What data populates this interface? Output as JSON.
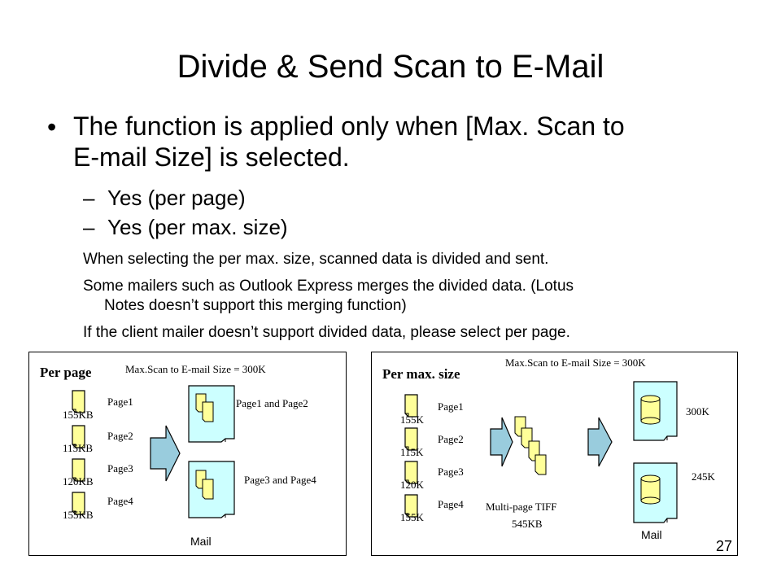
{
  "slide": {
    "title": "Divide & Send Scan to E-Mail",
    "bullet": "•",
    "main_line1": "The function is applied only when [Max. Scan to",
    "main_line2": "E-mail Size] is selected.",
    "dash": "–",
    "option1": "Yes (per page)",
    "option2": "Yes (per max. size)",
    "note1": "When selecting the per max. size, scanned data is divided and sent.",
    "note2_line1": "Some mailers such as Outlook Express merges the divided data. (Lotus",
    "note2_line2": "Notes doesn’t support this merging function)",
    "note3": "If the client mailer doesn’t support divided data, please select per page.",
    "page_number": "27"
  },
  "left_diagram": {
    "header": "Per page",
    "size_limit": "Max.Scan to E-mail Size = 300K",
    "pages": [
      {
        "label": "Page1",
        "size": "155KB"
      },
      {
        "label": "Page2",
        "size": "115KB"
      },
      {
        "label": "Page3",
        "size": "120KB"
      },
      {
        "label": "Page4",
        "size": "155KB"
      }
    ],
    "mail1_label": "Page1 and Page2",
    "mail2_label": "Page3 and Page4",
    "mail_caption": "Mail"
  },
  "right_diagram": {
    "header": "Per max. size",
    "size_limit": "Max.Scan to E-mail Size = 300K",
    "pages": [
      {
        "label": "Page1",
        "size": "155K"
      },
      {
        "label": "Page2",
        "size": "115K"
      },
      {
        "label": "Page3",
        "size": "120K"
      },
      {
        "label": "Page4",
        "size": "155K"
      }
    ],
    "tiff_label": "Multi-page TIFF",
    "tiff_size": "545KB",
    "mail1_size": "300K",
    "mail2_size": "245K",
    "mail_caption": "Mail"
  },
  "colors": {
    "doc_fill": "#ffff99",
    "mail_fill": "#ccffff",
    "arrow_fill": "#99ccdd"
  }
}
